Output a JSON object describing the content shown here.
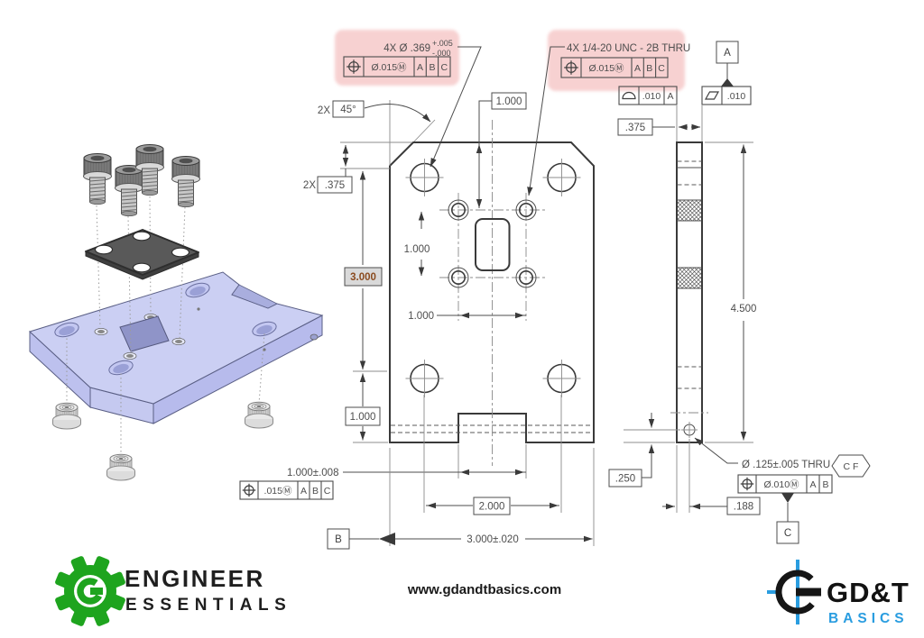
{
  "colors": {
    "highlight_pink": "#f3b6b6",
    "part_lavender": "#cbcff3",
    "logo_green": "#1ea41e",
    "logo_blue": "#2a9de0",
    "basic_highlight_bg": "#d9d9d9",
    "basic_highlight_text": "#8a4a1e"
  },
  "dims": {
    "chamfer_qty": "2X",
    "chamfer": "45°",
    "top_hole_offset": "1.000",
    "edge_qty": "2X",
    "edge_offset": ".375",
    "pattern_height": "3.000",
    "thread_spacing_v": "1.000",
    "thread_spacing_h": "1.000",
    "bottom_offset": "1.000",
    "notch_width": "1.000±.008",
    "hole_span": "2.000",
    "overall_width": "3.000±.020",
    "thickness": ".375",
    "overall_height": "4.500",
    "pin_from_bottom": ".250",
    "pin_from_edge": ".188"
  },
  "callouts": {
    "holes": "4X Ø .369",
    "holes_plus": "+.005",
    "holes_minus": "-.000",
    "tap": "4X 1/4-20 UNC - 2B THRU",
    "pin": "Ø .125±.005 THRU",
    "pin_flag": "C F"
  },
  "fcf": {
    "holes": {
      "tol": "Ø.015Ⓜ",
      "d1": "A",
      "d2": "B",
      "d3": "C"
    },
    "tap": {
      "tol": "Ø.015Ⓜ",
      "d1": "A",
      "d2": "B",
      "d3": "C"
    },
    "notch": {
      "tol": ".015Ⓜ",
      "d1": "A",
      "d2": "B",
      "d3": "C"
    },
    "pin": {
      "tol": "Ø.010Ⓜ",
      "d1": "A",
      "d2": "B"
    },
    "profile": {
      "tol": ".010",
      "d1": "A"
    },
    "flatness": {
      "tol": ".010"
    }
  },
  "datums": {
    "a": "A",
    "b": "B",
    "c": "C"
  },
  "footer": {
    "website": "www.gdandtbasics.com"
  },
  "logos": {
    "engineer": {
      "line1": "ENGINEER",
      "line2": "ESSENTIALS"
    },
    "gdt": {
      "line1": "GD&T",
      "line2": "BASICS"
    }
  }
}
